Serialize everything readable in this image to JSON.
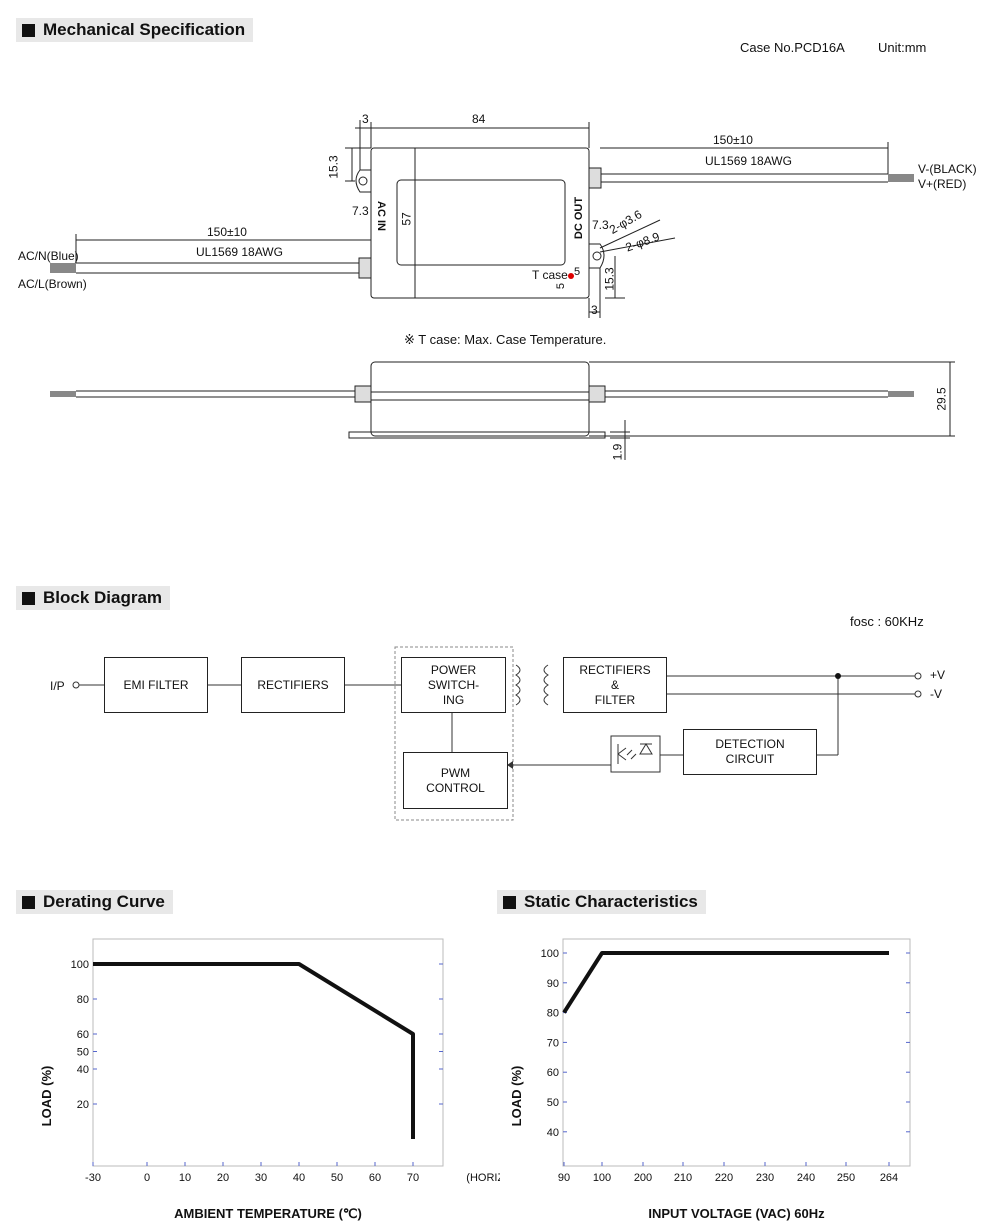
{
  "sections": {
    "mechanical": "Mechanical Specification",
    "block": "Block Diagram",
    "derating": "Derating Curve",
    "static": "Static Characteristics"
  },
  "mechanical": {
    "case_no": "Case No.PCD16A",
    "unit": "Unit:mm",
    "dim_84": "84",
    "dim_3_top": "3",
    "dim_15_3_left": "15.3",
    "dim_7_3_left": "7.3",
    "dim_57": "57",
    "label_ac_in": "AC IN",
    "label_dc_out": "DC OUT",
    "dim_150_left": "150±10",
    "awg_left": "UL1569 18AWG",
    "ac_n": "AC/N(Blue)",
    "ac_l": "AC/L(Brown)",
    "dim_150_right": "150±10",
    "awg_right": "UL1569 18AWG",
    "v_minus": "V-(BLACK)",
    "v_plus": "V+(RED)",
    "dim_7_3_right": "7.3",
    "hole_36": "2-φ3.6",
    "hole_89": "2-φ8.9",
    "t_case": "T case",
    "dim_5a": "5",
    "dim_5b": "5",
    "dim_15_3_right": "15.3",
    "dim_3_bottom": "3",
    "note": "※ T case: Max. Case Temperature.",
    "dim_29_5": "29.5",
    "dim_1_9": "1.9"
  },
  "block": {
    "fosc": "fosc : 60KHz",
    "ip": "I/P",
    "emi": "EMI FILTER",
    "rect1": "RECTIFIERS",
    "power_l1": "POWER",
    "power_l2": "SWITCH-",
    "power_l3": "ING",
    "rect2_l1": "RECTIFIERS",
    "rect2_l2": "&",
    "rect2_l3": "FILTER",
    "pwm_l1": "PWM",
    "pwm_l2": "CONTROL",
    "det_l1": "DETECTION",
    "det_l2": "CIRCUIT",
    "vplus": "+V",
    "vminus": "-V"
  },
  "chart_data": [
    {
      "type": "line",
      "xlabel": "AMBIENT TEMPERATURE (℃)",
      "ylabel": "LOAD (%)",
      "x_ticks": [
        "-30",
        "0",
        "10",
        "20",
        "30",
        "40",
        "50",
        "60",
        "70"
      ],
      "x_extra_label": "(HORIZONTAL)",
      "y_ticks": [
        "100",
        "80",
        "60",
        "50",
        "40",
        "20"
      ],
      "series": [
        {
          "points": [
            [
              -30,
              100
            ],
            [
              40,
              100
            ],
            [
              70,
              60
            ],
            [
              70,
              0
            ]
          ]
        }
      ]
    },
    {
      "type": "line",
      "xlabel": "INPUT VOLTAGE (VAC) 60Hz",
      "ylabel": "LOAD (%)",
      "x_ticks": [
        "90",
        "100",
        "200",
        "210",
        "220",
        "230",
        "240",
        "250",
        "264"
      ],
      "y_ticks": [
        "100",
        "90",
        "80",
        "70",
        "60",
        "50",
        "40"
      ],
      "series": [
        {
          "points": [
            [
              90,
              80
            ],
            [
              100,
              100
            ],
            [
              264,
              100
            ]
          ]
        }
      ]
    }
  ]
}
